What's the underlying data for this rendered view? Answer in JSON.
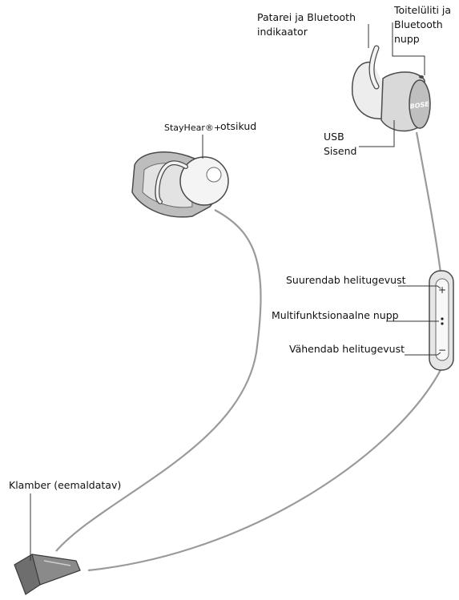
{
  "labels": {
    "battery_indicator_line1": "Patarei ja Bluetooth",
    "battery_indicator_line2": "indikaator",
    "power_switch_line1": "Toitelüliti ja",
    "power_switch_line2": "Bluetooth",
    "power_switch_line3": "nupp",
    "usb_line1": "USB",
    "usb_line2": "Sisend",
    "stayhear_brand": "StayHear®+",
    "stayhear_rest": "otsikud",
    "volume_up": "Suurendab helitugevust",
    "multifunction": "Multifunktsionaalne nupp",
    "volume_down": "Vähendab helitugevust",
    "clip": "Klamber (eemaldatav)"
  },
  "logo_text": "BOSE",
  "remote_symbols": {
    "plus": "+",
    "minus": "−",
    "dots": "•\n•"
  },
  "colors": {
    "line": "#333333",
    "cable": "#9a9a9a",
    "bud_dark": "#bdbdbd",
    "bud_light": "#ededed",
    "clip": "#8a8a8a"
  }
}
